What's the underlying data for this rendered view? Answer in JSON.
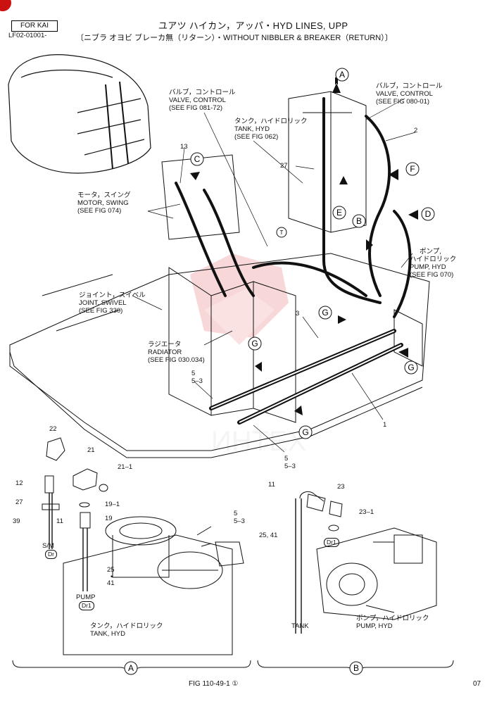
{
  "header": {
    "badge": "FOR KAI",
    "code": "LF02-01001-",
    "title": "ユアツ ハイカン，アッパ・HYD LINES, UPP",
    "subtitle": "〔ニブラ オヨビ ブレーカ無（リターン）・WITHOUT NIBBLER & BREAKER（RETURN）〕"
  },
  "callouts": {
    "valve_control_1": [
      "バルブ，コントロール",
      "VALVE, CONTROL",
      "(SEE FIG 081-72)"
    ],
    "tank_hyd_1": [
      "タンク，ハイドロリック",
      "TANK, HYD",
      "(SEE FIG 062)"
    ],
    "valve_control_2": [
      "バルブ，コントロール",
      "VALVE, CONTROL",
      "(SEE FIG 080-01)"
    ],
    "motor_swing": [
      "モータ，スイング",
      "MOTOR, SWING",
      "(SEE FIG 074)"
    ],
    "pump_hyd_1": [
      "ポンプ,",
      "ハイドロリック",
      "PUMP, HYD",
      "(SEE FIG 070)"
    ],
    "joint_swivel": [
      "ジョイント，スイベル",
      "JOINT, SWIVEL",
      "(SEE FIG 330)"
    ],
    "radiator": [
      "ラジエータ",
      "RADIATOR",
      "(SEE FIG 030.034)"
    ],
    "tank_hyd_2": [
      "タンク，ハイドロリック",
      "TANK, HYD"
    ],
    "pump_hyd_2": [
      "ポンプ，ハイドロリック",
      "PUMP, HYD"
    ],
    "tank": "TANK",
    "pump": "PUMP",
    "sm": "S/M",
    "dr": "Dr",
    "dr1": "Dr1"
  },
  "part_numbers": {
    "main": [
      "13",
      "2",
      "27",
      "3",
      "5",
      "5–3",
      "1",
      "5",
      "5–3"
    ],
    "detail_a": [
      "22",
      "21",
      "21–1",
      "12",
      "27",
      "19–1",
      "39",
      "11",
      "19",
      "25",
      "•",
      "41",
      "5",
      "5–3"
    ],
    "detail_b": [
      "11",
      "23",
      "23–1",
      "25, 41"
    ]
  },
  "view_markers": [
    "A",
    "B",
    "C",
    "D",
    "E",
    "F",
    "G",
    "T"
  ],
  "sections": [
    "A",
    "B"
  ],
  "watermark": "ИНТЕХ",
  "footer": {
    "figure": "FIG 110-49-1 ①",
    "page": "07"
  },
  "colors": {
    "line": "#111111",
    "watermark": "#f2b8b8",
    "corner": "#cc1111"
  }
}
